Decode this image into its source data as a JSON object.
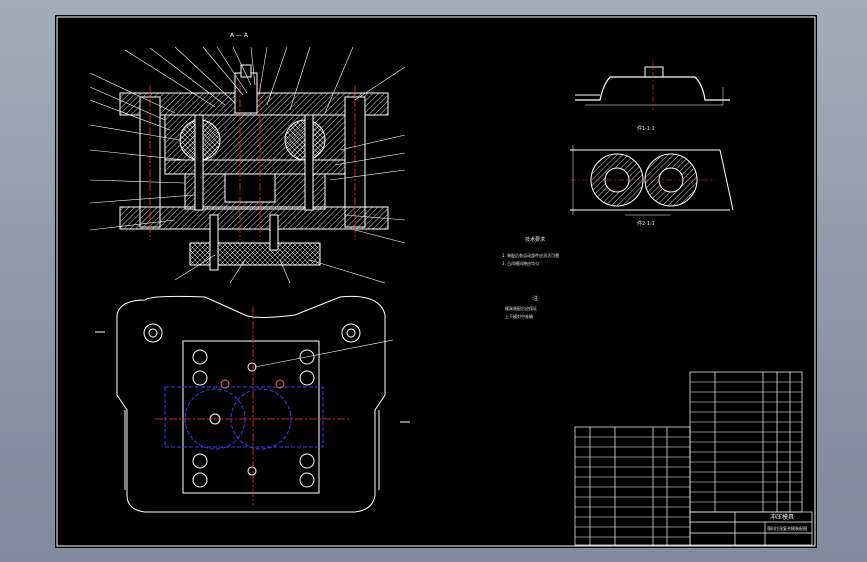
{
  "section_label": "A — A",
  "view_label_top": "件1·1:1",
  "view_label_mid": "件2·1:1",
  "tech_title": "技术要求",
  "tech_line1": "1. 装配后各运动部件应灵活可靠",
  "tech_line2": "2. 凸凹模间隙应均匀",
  "note_title": "注",
  "note_line1": "模具装配后应保证",
  "note_line2": "上下模对中准确",
  "title_name": "冲压模具",
  "title_subname": "落料拉深复合模装配图",
  "colors": {
    "background": "#000000",
    "line": "#ffffff",
    "centerline": "#ff2a2a",
    "hidden": "#3a3aff",
    "hatch": "#ffffff",
    "window_bg": "#8e99a8"
  }
}
